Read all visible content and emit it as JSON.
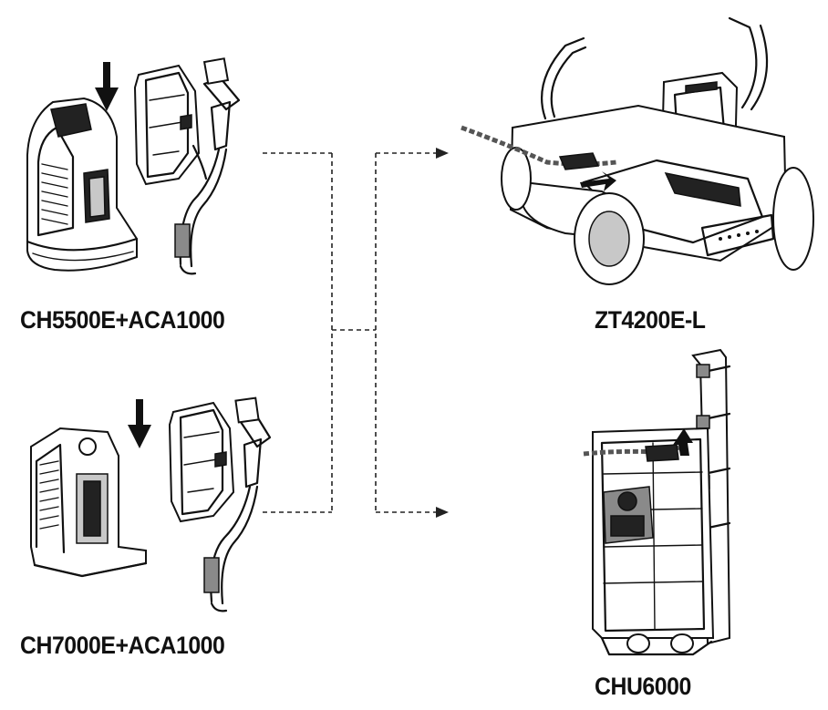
{
  "labels": {
    "charger_top": "CH5500E+ACA1000",
    "charger_bottom": "CH7000E+ACA1000",
    "mower": "ZT4200E-L",
    "utility_cart": "CHU6000"
  },
  "icons": {
    "charger_top": "charger-ch5500e-icon",
    "adapter_top": "adapter-aca1000-icon",
    "charger_bottom": "charger-ch7000e-icon",
    "adapter_bottom": "adapter-aca1000-icon",
    "mower": "zero-turn-mower-icon",
    "cart": "battery-cart-icon",
    "insert_arrow": "down-arrow-icon"
  }
}
